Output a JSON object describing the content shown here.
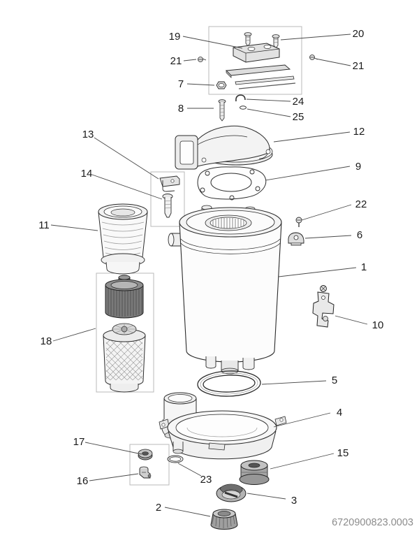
{
  "diagram": {
    "part_number": "6720900823.0003",
    "callouts": [
      {
        "label": "19"
      },
      {
        "label": "20"
      },
      {
        "label": "21"
      },
      {
        "label": "21"
      },
      {
        "label": "7"
      },
      {
        "label": "24"
      },
      {
        "label": "8"
      },
      {
        "label": "25"
      },
      {
        "label": "12"
      },
      {
        "label": "13"
      },
      {
        "label": "9"
      },
      {
        "label": "14"
      },
      {
        "label": "22"
      },
      {
        "label": "11"
      },
      {
        "label": "6"
      },
      {
        "label": "1"
      },
      {
        "label": "10"
      },
      {
        "label": "18"
      },
      {
        "label": "5"
      },
      {
        "label": "4"
      },
      {
        "label": "17"
      },
      {
        "label": "15"
      },
      {
        "label": "16"
      },
      {
        "label": "23"
      },
      {
        "label": "3"
      },
      {
        "label": "2"
      }
    ]
  },
  "colors": {
    "line": "#2b2b2b",
    "leader": "#4a4a4a",
    "box_outline": "#b9b9b9",
    "part_number_text": "#8c8c8c",
    "background": "#ffffff"
  }
}
